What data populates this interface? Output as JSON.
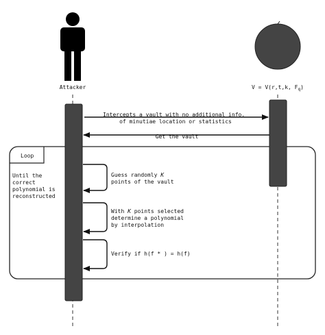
{
  "actors": {
    "attacker": {
      "label": "Attacker"
    },
    "vault": {
      "label_main": "V = V(r,t,k, F",
      "label_sub": "q",
      "label_end": ")"
    }
  },
  "messages": {
    "intercept": {
      "line1": "Intercepts a vault with no additional info.",
      "line2": "of minutiae location or statistics"
    },
    "get_vault": "Get the vault"
  },
  "loop": {
    "title": "Loop",
    "guard_lines": [
      "Until the",
      "correct",
      "polynomial is",
      "reconstructed"
    ],
    "steps": {
      "guess": {
        "line1_pre": "Guess randomly ",
        "line1_var": "K",
        "line2": "points of the vault"
      },
      "interpolate": {
        "line1_pre": "With ",
        "line1_var": "K",
        "line1_post": " points selected",
        "line2": "determine a polynomial",
        "line3": "by interpolation"
      },
      "verify": "Verify if h(f * ) = h(f)"
    }
  },
  "colors": {
    "lifeline_bar": "#444444",
    "vault_circle": "#444444",
    "attacker_figure": "#000000",
    "frame_border": "#222222",
    "arrow": "#111111"
  }
}
